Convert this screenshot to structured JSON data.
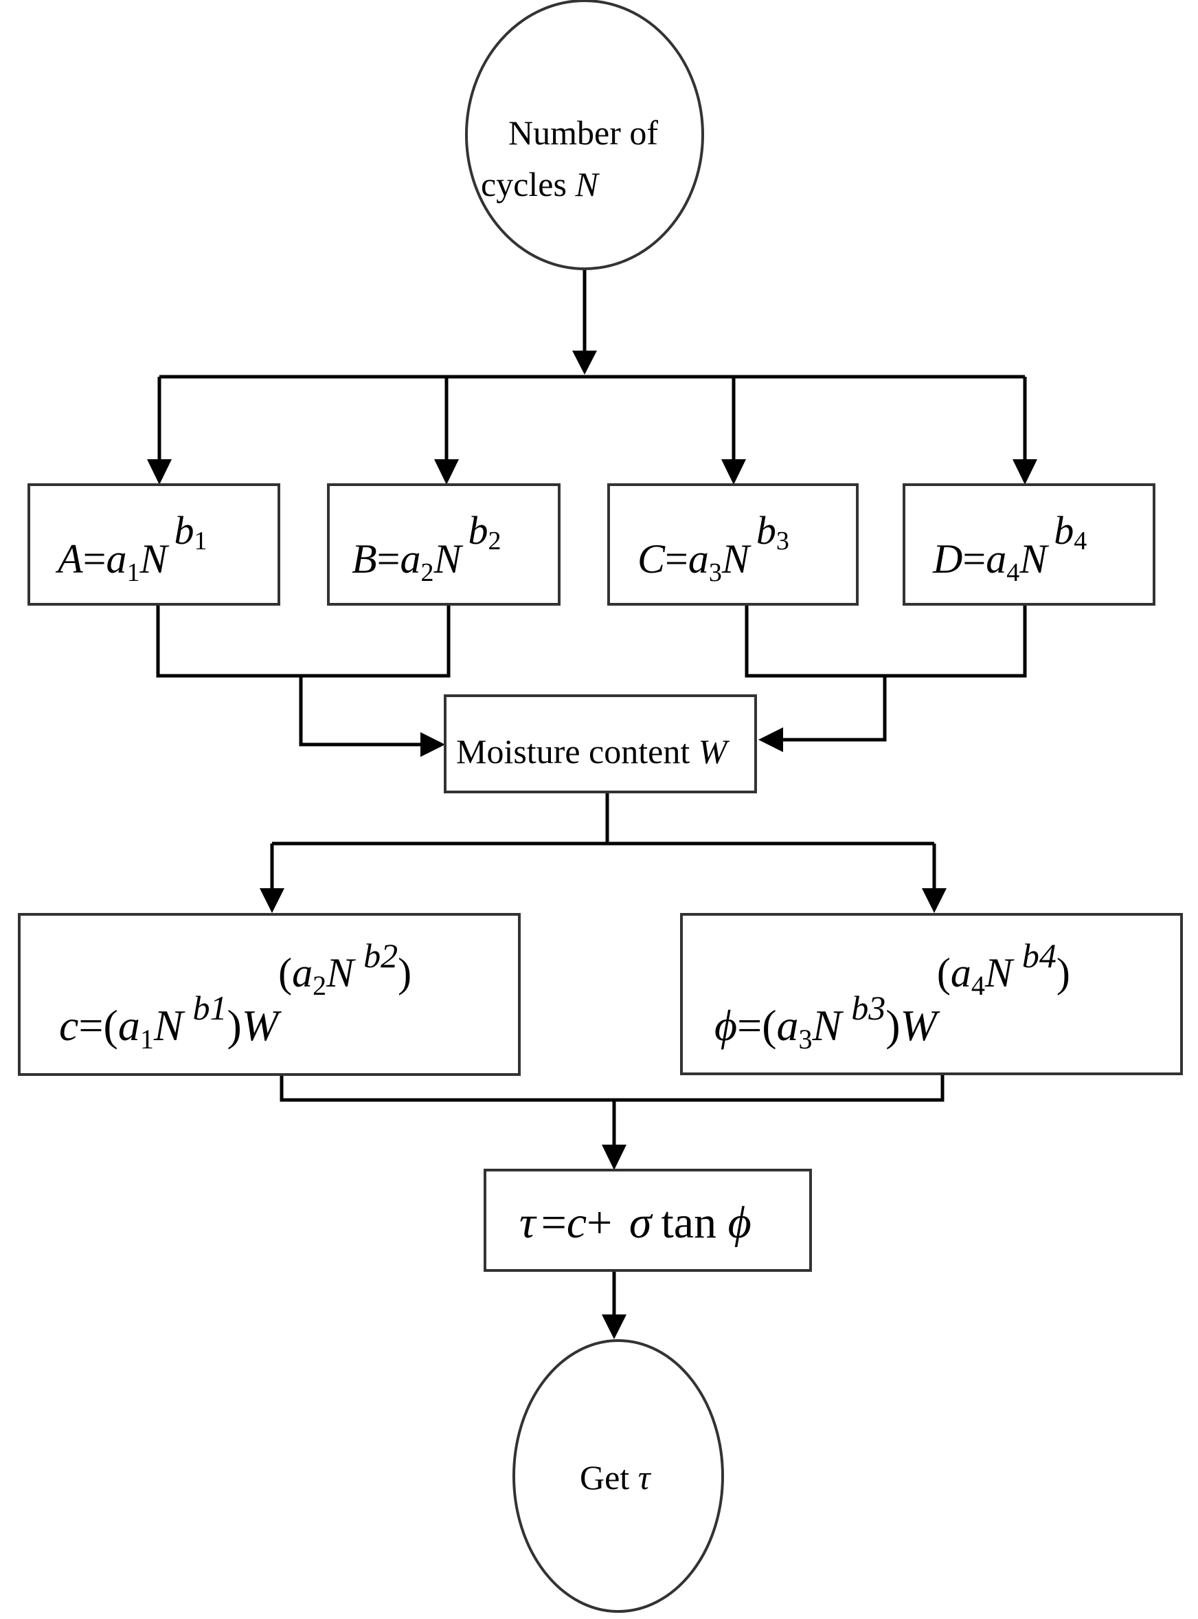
{
  "nodes": {
    "start": {
      "line1": "Number of",
      "line2_prefix": "cycles ",
      "line2_var": "N"
    },
    "A": {
      "lhs": "A",
      "eq": "=",
      "coef": "a",
      "coef_sub": "1",
      "var": "N",
      "exp": "b",
      "exp_sub": "1"
    },
    "B": {
      "lhs": "B",
      "eq": "=",
      "coef": "a",
      "coef_sub": "2",
      "var": "N",
      "exp": "b",
      "exp_sub": "2"
    },
    "C": {
      "lhs": "C",
      "eq": "=",
      "coef": "a",
      "coef_sub": "3",
      "var": "N",
      "exp": "b",
      "exp_sub": "3"
    },
    "D": {
      "lhs": "D",
      "eq": "=",
      "coef": "a",
      "coef_sub": "4",
      "var": "N",
      "exp": "b",
      "exp_sub": "4"
    },
    "moisture": {
      "text": "Moisture content ",
      "var": "W"
    },
    "cohesion": {
      "lhs": "c",
      "eq": "=(",
      "a": "a",
      "a_sub": "1",
      "n": "N",
      "b": "b1",
      "close": ")",
      "w": "W",
      "exp_open": "(",
      "exp_a": "a",
      "exp_a_sub": "2",
      "exp_n": "N",
      "exp_b": "b2",
      "exp_close": ")"
    },
    "friction": {
      "lhs": "ϕ",
      "eq": "=(",
      "a": "a",
      "a_sub": "3",
      "n": "N",
      "b": "b3",
      "close": ")",
      "w": "W",
      "exp_open": "(",
      "exp_a": "a",
      "exp_a_sub": "4",
      "exp_n": "N",
      "exp_b": "b4",
      "exp_close": ")"
    },
    "shear": {
      "tau": "τ",
      "eq": "=",
      "c": "c",
      "plus": "+ ",
      "sigma": "σ",
      "tan": "tan ",
      "phi": "ϕ"
    },
    "end": {
      "text": "Get ",
      "var": "τ"
    }
  }
}
